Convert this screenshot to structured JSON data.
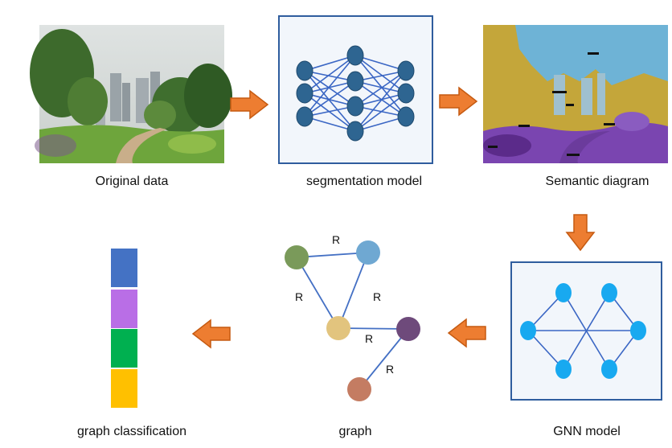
{
  "stages": {
    "original": {
      "label": "Original data"
    },
    "segmentation": {
      "label": "segmentation model"
    },
    "semantic": {
      "label": "Semantic diagram"
    },
    "gnn": {
      "label": "GNN model"
    },
    "graph": {
      "label": "graph"
    },
    "classification": {
      "label": "graph classification"
    }
  },
  "graph": {
    "edge_label": "R",
    "node_colors": [
      "#7a9a5a",
      "#6fa8d2",
      "#e2c47e",
      "#6e4a7b",
      "#c47c62"
    ]
  },
  "classification_colors": [
    "#4472c4",
    "#b96ee6",
    "#00b050",
    "#ffc000"
  ],
  "colors": {
    "arrow": "#ed7d31",
    "arrow_border": "#c55a11",
    "nn_node": "#2e6591",
    "nn_edge": "#3a66c4",
    "gnn_node": "#18a9f0",
    "box_border": "#2f5d9e"
  }
}
